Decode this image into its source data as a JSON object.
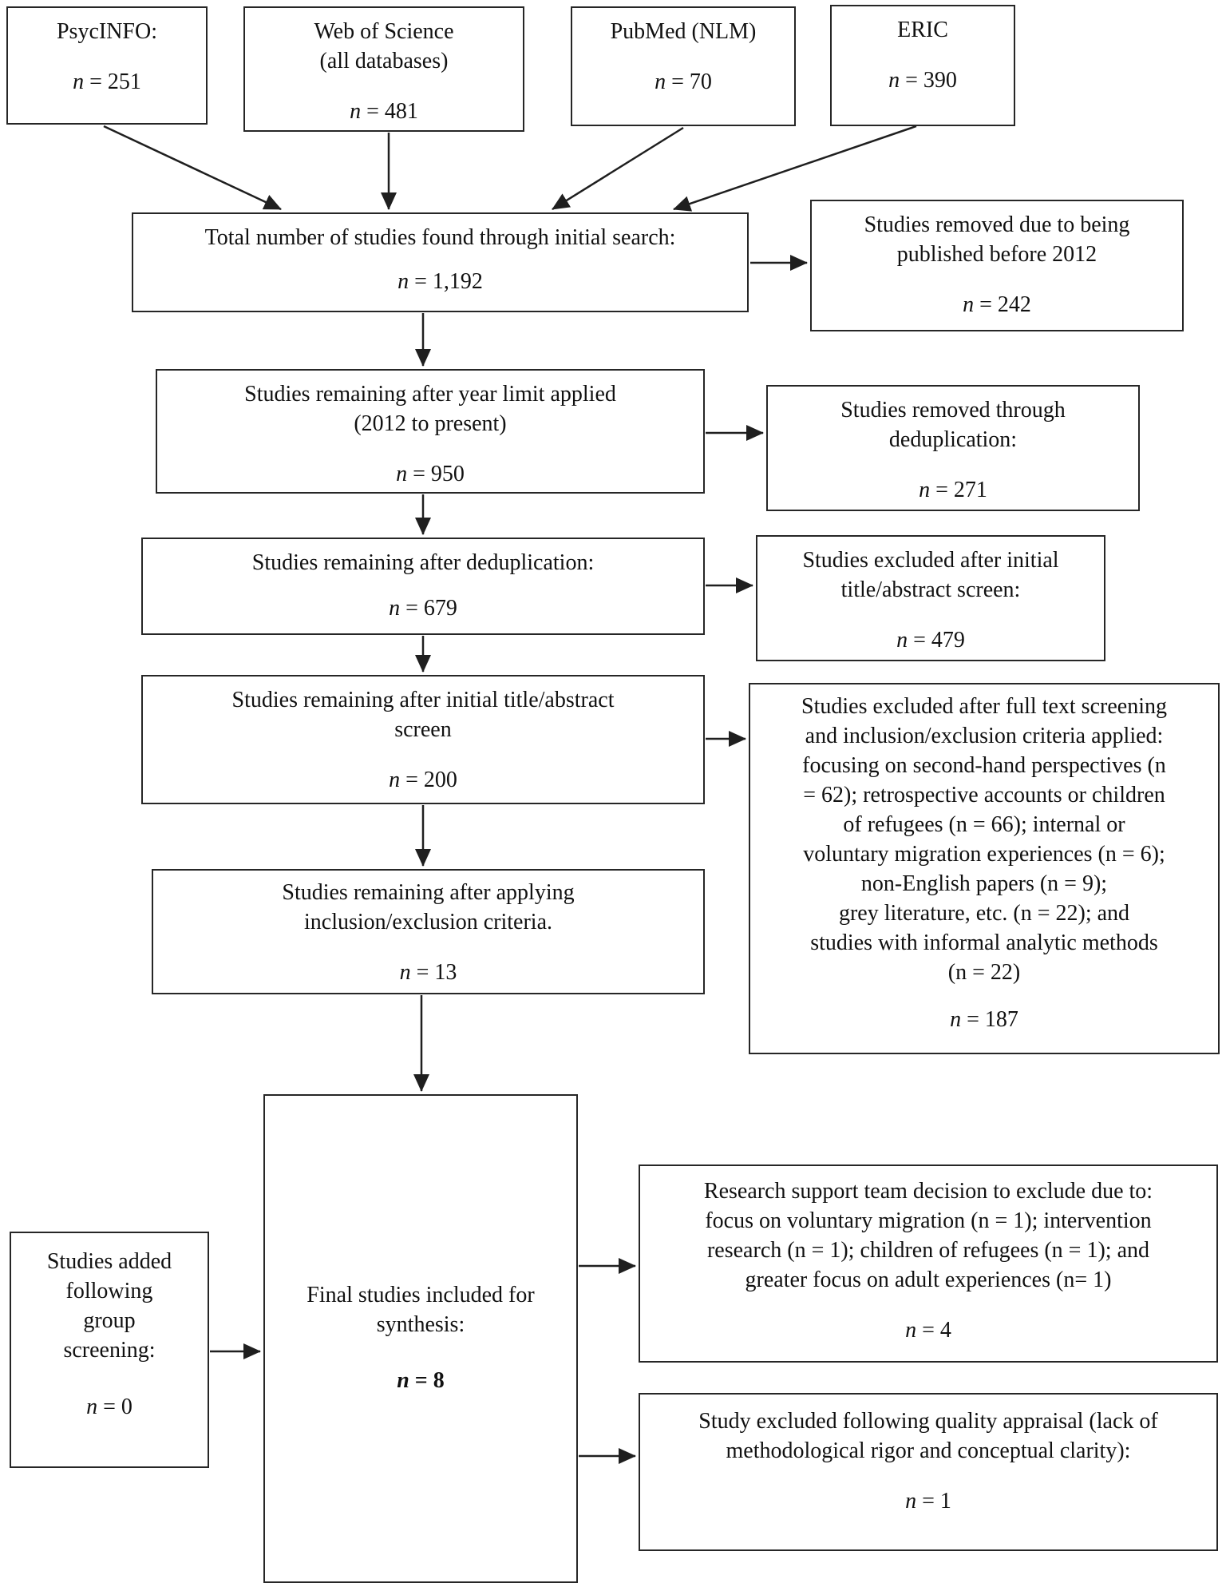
{
  "symbols": {
    "n": "n"
  },
  "colors": {
    "border": "#262626",
    "text": "#111111",
    "background": "#ffffff"
  },
  "boxes": {
    "psycinfo": {
      "lines": [
        "PsycINFO:"
      ],
      "stat": "= 251"
    },
    "wos": {
      "lines": [
        "Web of Science",
        "(all databases)"
      ],
      "stat": "= 481"
    },
    "pubmed": {
      "lines": [
        "PubMed (NLM)"
      ],
      "stat": "= 70"
    },
    "eric": {
      "lines": [
        "ERIC"
      ],
      "stat": "= 390"
    },
    "total": {
      "lines": [
        "Total number of studies found through initial search:"
      ],
      "stat": "= 1,192"
    },
    "removed2012": {
      "lines": [
        "Studies removed due to being",
        "published before 2012"
      ],
      "stat": "= 242"
    },
    "yearlimit": {
      "lines": [
        "Studies remaining after year limit applied",
        "(2012 to present)"
      ],
      "stat": "= 950"
    },
    "dedup": {
      "lines": [
        "Studies removed through",
        "deduplication:"
      ],
      "stat": "= 271"
    },
    "afterdedup": {
      "lines": [
        "Studies remaining after deduplication:"
      ],
      "stat": "= 679"
    },
    "excltitle": {
      "lines": [
        "Studies excluded after initial",
        "title/abstract screen:"
      ],
      "stat": "= 479"
    },
    "afterscreen": {
      "lines": [
        "Studies remaining after initial title/abstract",
        "screen"
      ],
      "stat": "= 200"
    },
    "exclfull": {
      "lines": [
        "Studies excluded after full text screening",
        "and inclusion/exclusion criteria applied:",
        "focusing on second-hand perspectives (n",
        "= 62); retrospective accounts or children",
        "of refugees (n = 66); internal or",
        "voluntary migration experiences (n = 6);",
        "non-English papers (n = 9);",
        "grey literature, etc. (n = 22); and",
        "studies with informal analytic methods",
        "(n = 22)"
      ],
      "stat": "= 187"
    },
    "aftercrit": {
      "lines": [
        "Studies remaining after applying",
        "inclusion/exclusion criteria."
      ],
      "stat": "= 13"
    },
    "final": {
      "lines": [
        "Final studies included for",
        "synthesis:"
      ],
      "stat": "= 8"
    },
    "added": {
      "lines": [
        "Studies added",
        "following",
        "group",
        "screening:"
      ],
      "stat": "= 0"
    },
    "team": {
      "lines": [
        "Research support team decision to exclude due to:",
        "focus on voluntary migration (n = 1); intervention",
        "research (n = 1); children of refugees (n = 1); and",
        "greater focus on adult experiences (n= 1)"
      ],
      "stat": "= 4"
    },
    "quality": {
      "lines": [
        "Study excluded following quality appraisal (lack of",
        "methodological rigor and conceptual clarity):"
      ],
      "stat": "= 1"
    }
  }
}
